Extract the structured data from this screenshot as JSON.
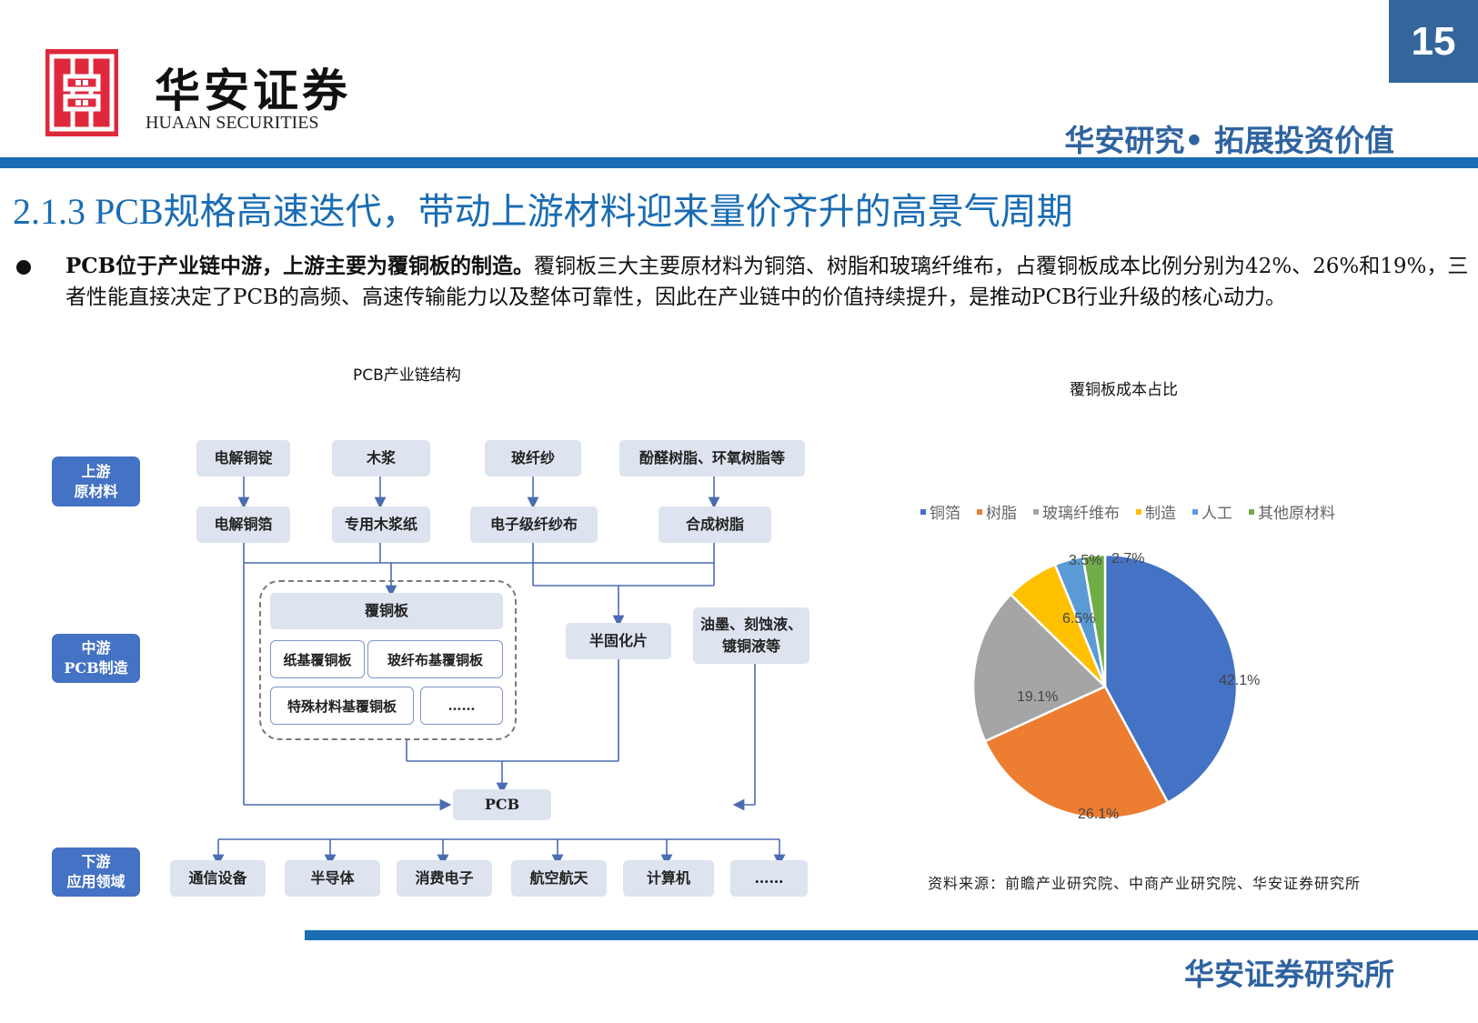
{
  "header": {
    "logo_cn": "华安证券",
    "logo_en": "HUAAN SECURITIES",
    "page_number": "15",
    "slogan": "华安研究• 拓展投资价值"
  },
  "title": "2.1.3 PCB规格高速迭代，带动上游材料迎来量价齐升的高景气周期",
  "bullet": {
    "bold": "PCB位于产业链中游，上游主要为覆铜板的制造。",
    "normal": "覆铜板三大主要原材料为铜箔、树脂和玻璃纤维布，占覆铜板成本比例分别为42%、26%和19%，三者性能直接决定了PCB的高频、高速传输能力以及整体可靠性，因此在产业链中的价值持续提升，是推动PCB行业升级的核心动力。"
  },
  "diagram": {
    "title": "PCB产业链结构",
    "tiers": {
      "upstream": [
        "上游",
        "原材料"
      ],
      "midstream": [
        "中游",
        "PCB制造"
      ],
      "downstream": [
        "下游",
        "应用领域"
      ]
    },
    "raw_row1": [
      "电解铜锭",
      "木浆",
      "玻纤纱",
      "酚醛树脂、环氧树脂等"
    ],
    "raw_row2": [
      "电解铜箔",
      "专用木浆纸",
      "电子级纤纱布",
      "合成树脂"
    ],
    "ccl": {
      "title": "覆铜板",
      "types": [
        "纸基覆铜板",
        "玻纤布基覆铜板",
        "特殊材料基覆铜板",
        "……"
      ]
    },
    "prepreg": "半固化片",
    "chemicals": [
      "油墨、刻蚀液、",
      "镀铜液等"
    ],
    "pcb": "PCB",
    "applications": [
      "通信设备",
      "半导体",
      "消费电子",
      "航空航天",
      "计算机",
      "……"
    ]
  },
  "chart_data": {
    "type": "pie",
    "title": "覆铜板成本占比",
    "categories": [
      "铜箔",
      "树脂",
      "玻璃纤维布",
      "制造",
      "人工",
      "其他原材料"
    ],
    "values": [
      42.1,
      26.1,
      19.1,
      6.5,
      3.5,
      2.7
    ],
    "labels": [
      "42.1%",
      "26.1%",
      "19.1%",
      "6.5%",
      "3.5%",
      "2.7%"
    ],
    "colors": [
      "#4472c4",
      "#ed7d31",
      "#a5a5a5",
      "#ffc000",
      "#5b9bd5",
      "#70ad47"
    ],
    "legend_position": "top",
    "start_angle": "12 o'clock, clockwise"
  },
  "source": "资料来源：前瞻产业研究院、中商产业研究院、华安证券研究所",
  "footer": "华安证券研究所"
}
